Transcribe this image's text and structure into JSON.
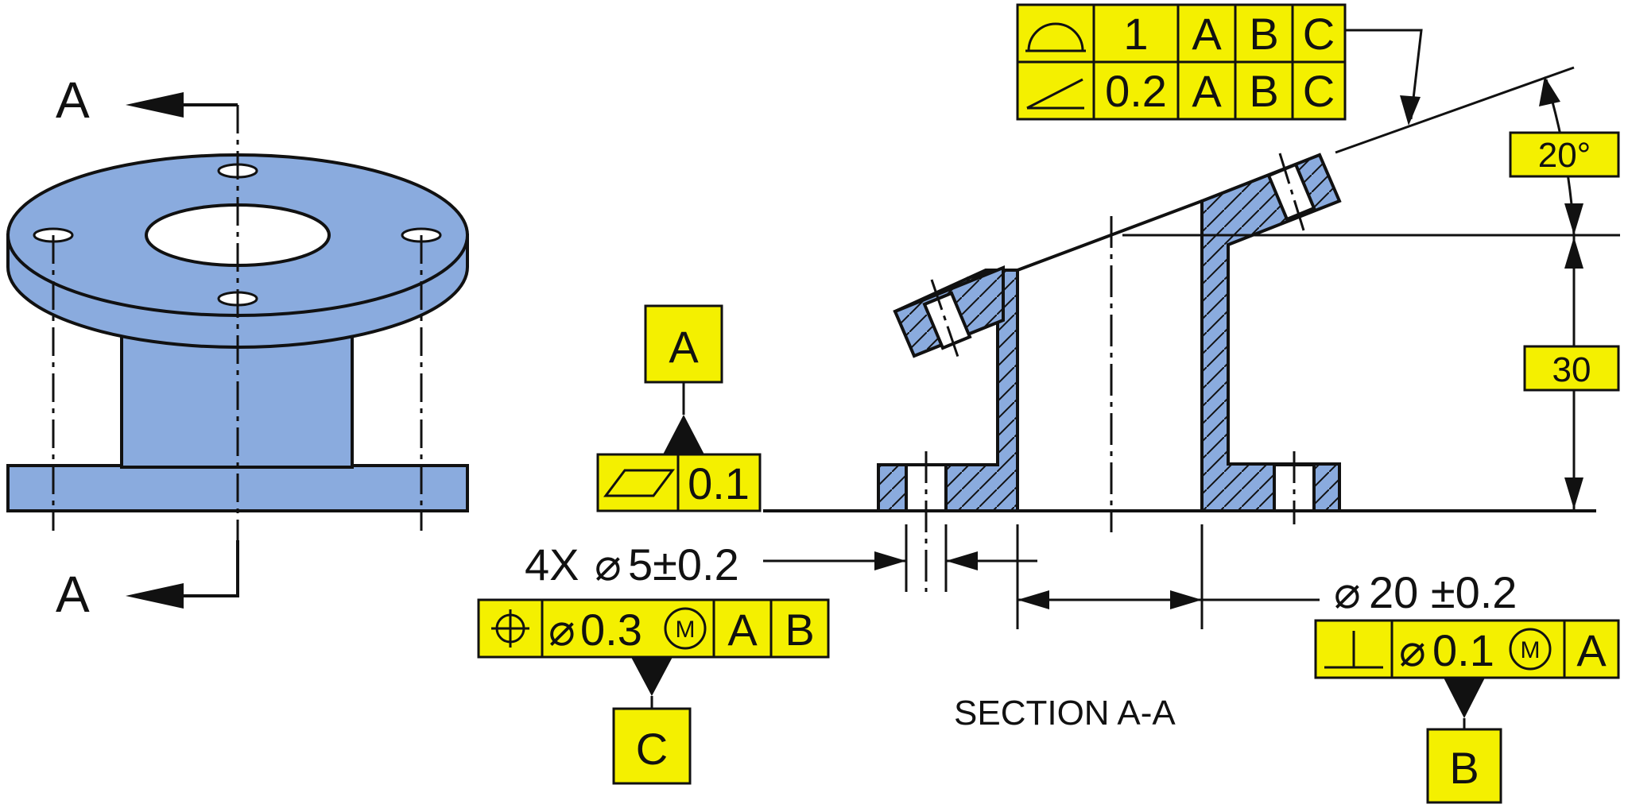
{
  "colors": {
    "part_fill": "#8aabde",
    "frame_fill": "#f4f000",
    "line": "#111111"
  },
  "symbols": {
    "profile_surface": "profile-surface-icon",
    "angularity": "angularity-icon",
    "flatness": "flatness-icon",
    "position": "position-icon",
    "perpendicularity": "perpendicularity-icon",
    "diameter": "diameter-icon",
    "mmc_modifier": "M"
  },
  "views": {
    "cut_label_top": "A",
    "cut_label_bottom": "A",
    "section_caption": "SECTION A-A"
  },
  "frames": {
    "profile": {
      "tolerance": "1",
      "datums": [
        "A",
        "B",
        "C"
      ]
    },
    "angularity": {
      "tolerance": "0.2",
      "datums": [
        "A",
        "B",
        "C"
      ]
    },
    "flatness": {
      "tolerance": "0.1"
    },
    "position": {
      "tolerance": "0.3",
      "modifier": "M",
      "datums": [
        "A",
        "B"
      ]
    },
    "perpendicularity": {
      "tolerance": "0.1",
      "modifier": "M",
      "datums": [
        "A"
      ]
    }
  },
  "datum_features": {
    "bottom_face": "A",
    "holes": "C",
    "bore": "B"
  },
  "dimensions": {
    "angle": "20°",
    "height": "30",
    "holes_count": "4X",
    "holes_size": "5±0.2",
    "bore_size": "20 ±0.2"
  }
}
